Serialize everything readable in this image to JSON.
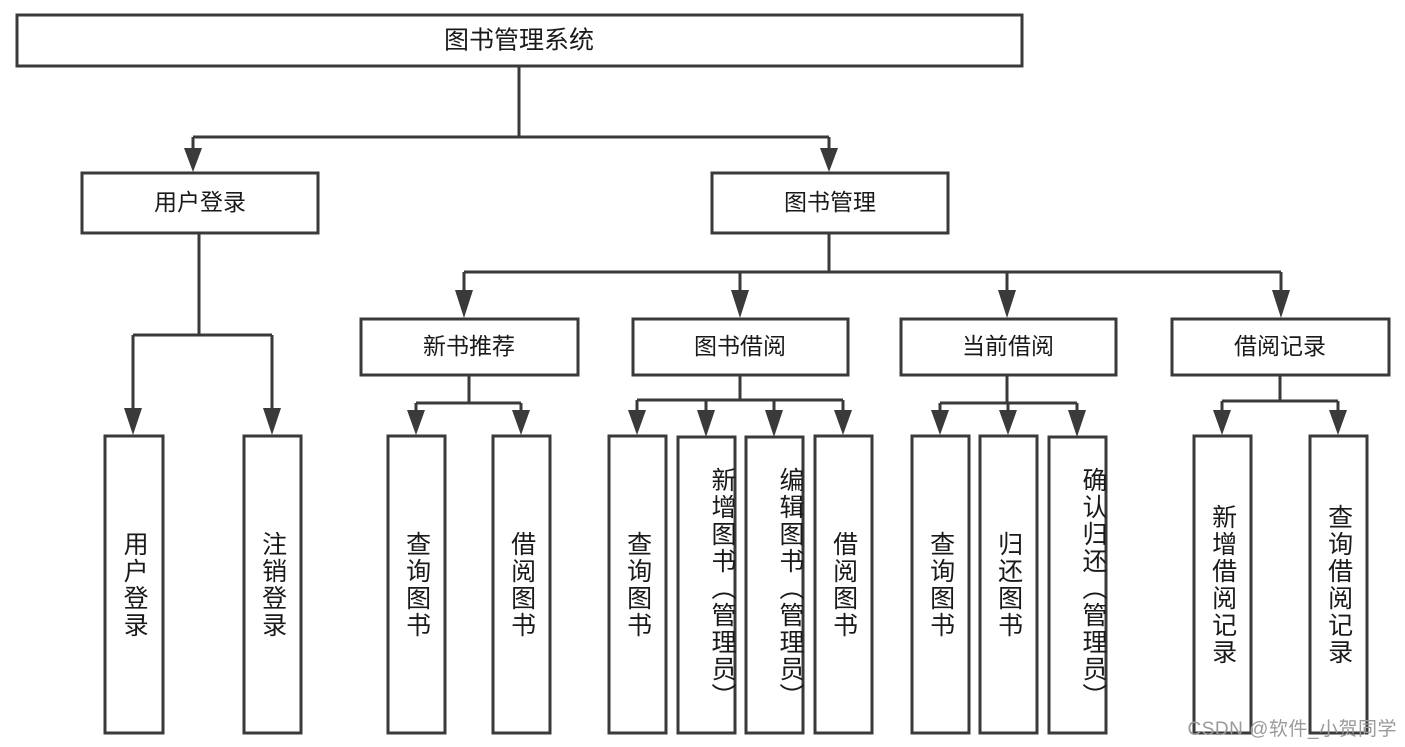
{
  "diagram": {
    "type": "tree-hierarchy",
    "title": "图书管理系统",
    "watermark": "CSDN @软件_小贺同学",
    "colors": {
      "box_stroke": "#3a3a3a",
      "box_fill": "#ffffff",
      "text": "#1a1a1a",
      "background": "#ffffff",
      "watermark": "#9a9a9a"
    },
    "levels": {
      "level1": [
        {
          "id": "root",
          "label": "图书管理系统"
        }
      ],
      "level2": [
        {
          "id": "user-login",
          "label": "用户登录",
          "parent": "root"
        },
        {
          "id": "book-manage",
          "label": "图书管理",
          "parent": "root"
        }
      ],
      "level3": [
        {
          "id": "new-book-rec",
          "label": "新书推荐",
          "parent": "book-manage"
        },
        {
          "id": "book-borrow",
          "label": "图书借阅",
          "parent": "book-manage"
        },
        {
          "id": "current-borrow",
          "label": "当前借阅",
          "parent": "book-manage"
        },
        {
          "id": "borrow-record",
          "label": "借阅记录",
          "parent": "book-manage"
        }
      ],
      "level4": [
        {
          "id": "leaf-user-login",
          "label": "用户登录",
          "parent": "user-login"
        },
        {
          "id": "leaf-logout",
          "label": "注销登录",
          "parent": "user-login"
        },
        {
          "id": "leaf-query-book-1",
          "label": "查询图书",
          "parent": "new-book-rec"
        },
        {
          "id": "leaf-borrow-book-1",
          "label": "借阅图书",
          "parent": "new-book-rec"
        },
        {
          "id": "leaf-query-book-2",
          "label": "查询图书",
          "parent": "book-borrow"
        },
        {
          "id": "leaf-add-book",
          "label": "新增图书（管理员）",
          "parent": "book-borrow"
        },
        {
          "id": "leaf-edit-book",
          "label": "编辑图书（管理员）",
          "parent": "book-borrow"
        },
        {
          "id": "leaf-borrow-book-2",
          "label": "借阅图书",
          "parent": "book-borrow"
        },
        {
          "id": "leaf-query-book-3",
          "label": "查询图书",
          "parent": "current-borrow"
        },
        {
          "id": "leaf-return-book",
          "label": "归还图书",
          "parent": "current-borrow"
        },
        {
          "id": "leaf-confirm-return",
          "label": "确认归还（管理员）",
          "parent": "current-borrow"
        },
        {
          "id": "leaf-add-record",
          "label": "新增借阅记录",
          "parent": "borrow-record"
        },
        {
          "id": "leaf-query-record",
          "label": "查询借阅记录",
          "parent": "borrow-record"
        }
      ]
    }
  }
}
